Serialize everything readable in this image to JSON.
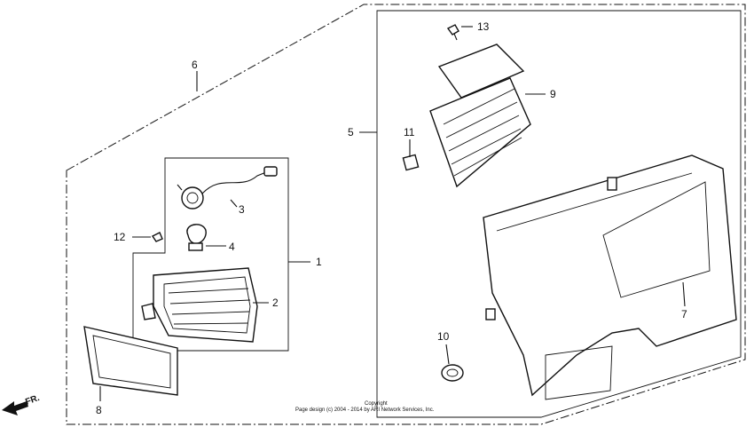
{
  "diagram": {
    "callouts": {
      "c1": "1",
      "c2": "2",
      "c3": "3",
      "c4": "4",
      "c5": "5",
      "c6": "6",
      "c7": "7",
      "c8": "8",
      "c9": "9",
      "c10": "10",
      "c11": "11",
      "c12": "12",
      "c13": "13"
    },
    "direction_label": "FR.",
    "copyright_line1": "Copyright",
    "copyright_line2": "Page design (c) 2004 - 2014 by ARI Network Services, Inc."
  }
}
